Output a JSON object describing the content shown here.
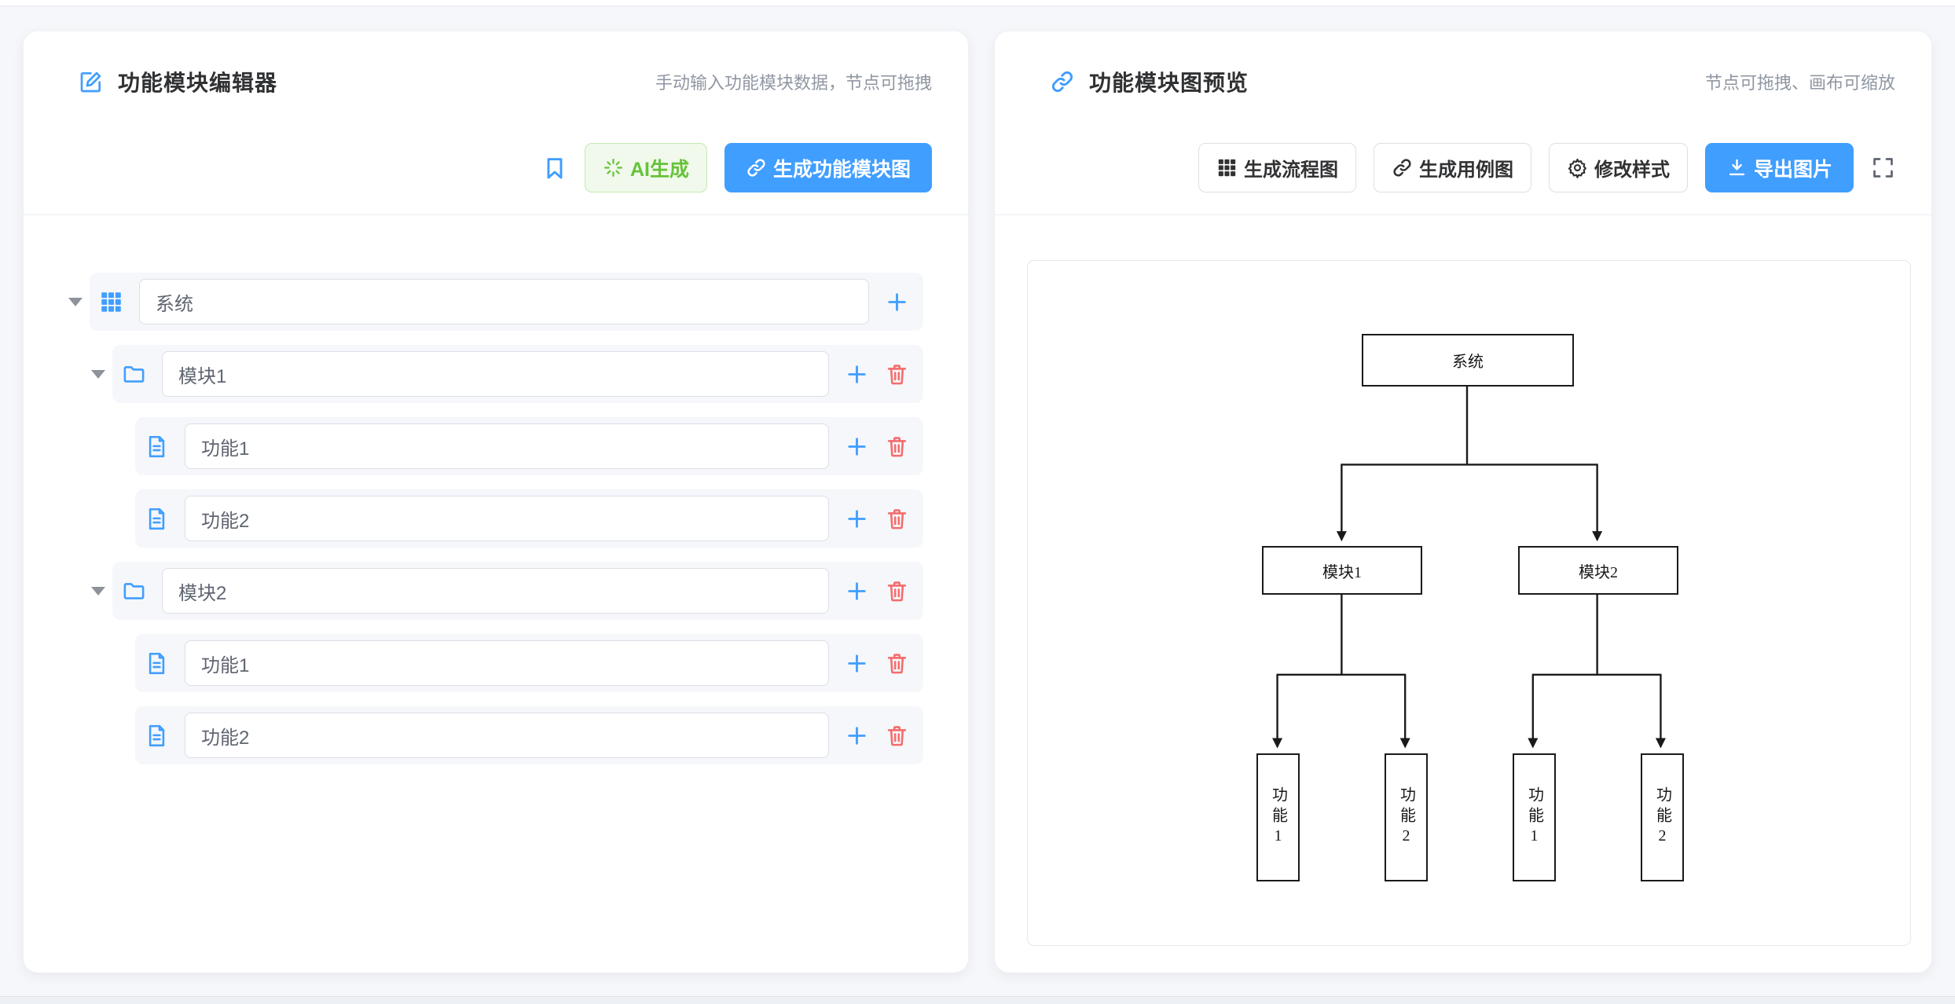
{
  "editor": {
    "title": "功能模块编辑器",
    "subtitle": "手动输入功能模块数据，节点可拖拽",
    "actions": {
      "ai": "AI生成",
      "generate": "生成功能模块图"
    },
    "rows": [
      {
        "value": "系统",
        "type": "root",
        "icon": "grid-icon",
        "level": 0,
        "expanded": true,
        "deletable": false
      },
      {
        "value": "模块1",
        "type": "module",
        "icon": "folder-icon",
        "level": 1,
        "expanded": true,
        "deletable": true
      },
      {
        "value": "功能1",
        "type": "feature",
        "icon": "document-icon",
        "level": 2,
        "expanded": false,
        "deletable": true
      },
      {
        "value": "功能2",
        "type": "feature",
        "icon": "document-icon",
        "level": 2,
        "expanded": false,
        "deletable": true
      },
      {
        "value": "模块2",
        "type": "module",
        "icon": "folder-icon",
        "level": 1,
        "expanded": true,
        "deletable": true
      },
      {
        "value": "功能1",
        "type": "feature",
        "icon": "document-icon",
        "level": 2,
        "expanded": false,
        "deletable": true
      },
      {
        "value": "功能2",
        "type": "feature",
        "icon": "document-icon",
        "level": 2,
        "expanded": false,
        "deletable": true
      }
    ]
  },
  "preview": {
    "title": "功能模块图预览",
    "subtitle": "节点可拖拽、画布可缩放",
    "buttons": {
      "flowchart": "生成流程图",
      "usecase": "生成用例图",
      "style": "修改样式",
      "export": "导出图片"
    }
  },
  "diagram": {
    "type": "tree",
    "root": "系统",
    "modules": [
      "模块1",
      "模块2"
    ],
    "leaves": [
      "功能1",
      "功能2",
      "功能1",
      "功能2"
    ],
    "edges": [
      [
        "系统",
        "模块1"
      ],
      [
        "系统",
        "模块2"
      ],
      [
        "模块1",
        "功能1"
      ],
      [
        "模块1",
        "功能2"
      ],
      [
        "模块2",
        "功能1"
      ],
      [
        "模块2",
        "功能2"
      ]
    ]
  },
  "colors": {
    "primary": "#409eff",
    "success": "#67c23a",
    "danger": "#f56c6c",
    "title": "#303133",
    "subtitle": "#909399",
    "row_bg": "#f5f7fa",
    "node_border": "#1a1a1a"
  }
}
